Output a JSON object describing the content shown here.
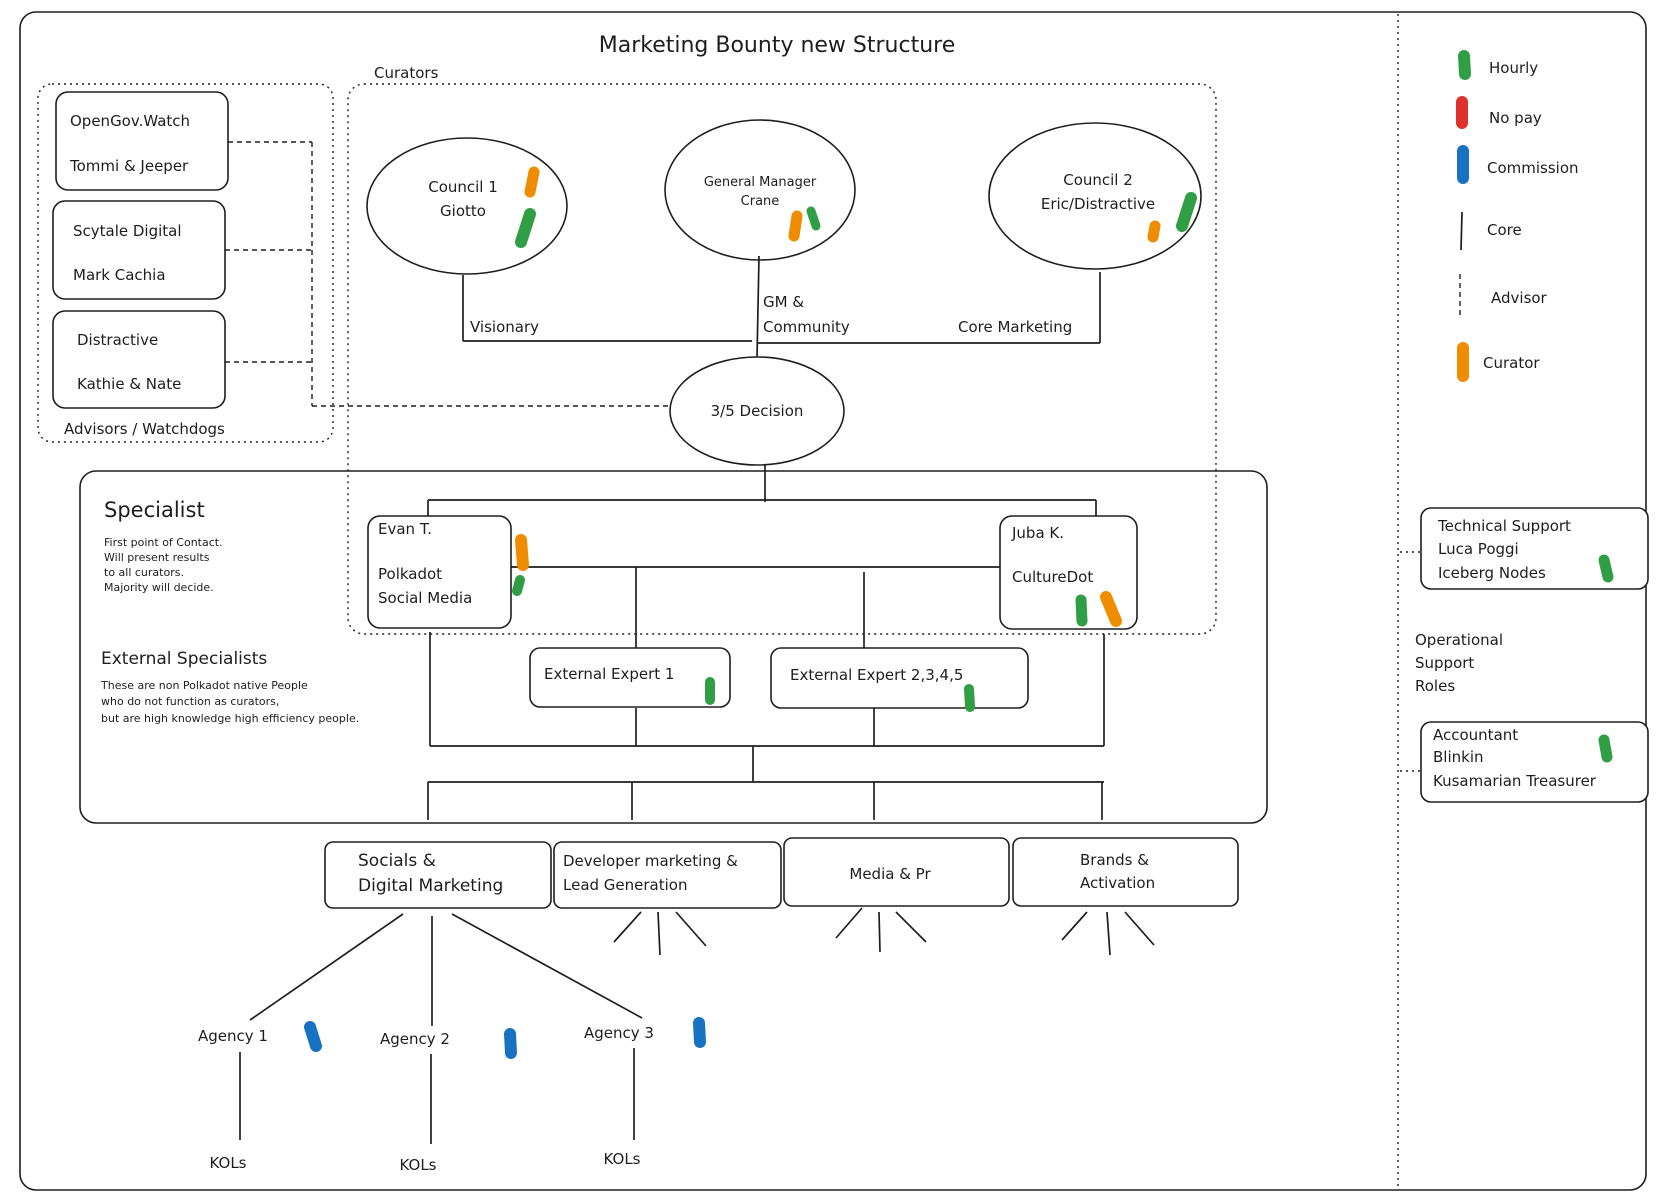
{
  "title": "Marketing Bounty new Structure",
  "colors": {
    "hourly": "#2f9e44",
    "no_pay": "#e03131",
    "commission": "#1971c2",
    "curator": "#f08c00",
    "ink": "#1e1e1e"
  },
  "curators_group": {
    "label": "Curators"
  },
  "advisors_group": {
    "label": "Advisors / Watchdogs"
  },
  "advisors": [
    {
      "line1": "OpenGov.Watch",
      "line2": "Tommi & Jeeper"
    },
    {
      "line1": "Scytale Digital",
      "line2": "Mark Cachia"
    },
    {
      "line1": "Distractive",
      "line2": "Kathie & Nate"
    }
  ],
  "curators": {
    "council1": {
      "line1": "Council 1",
      "line2": "Giotto",
      "role": "Visionary"
    },
    "gm": {
      "line1": "General Manager",
      "line2": "Crane",
      "role_line1": "GM &",
      "role_line2": "Community"
    },
    "council2": {
      "line1": "Council 2",
      "line2": "Eric/Distractive",
      "role": "Core Marketing"
    }
  },
  "decision": {
    "label": "3/5 Decision"
  },
  "specialist": {
    "title": "Specialist",
    "desc": [
      "First point of Contact.",
      "Will present results",
      "to all curators.",
      "Majority will decide."
    ],
    "evan": {
      "name": "Evan T.",
      "line1": "Polkadot",
      "line2": "Social Media"
    },
    "juba": {
      "name": "Juba K.",
      "line1": "CultureDot"
    }
  },
  "external": {
    "title": "External Specialists",
    "desc": [
      "These are non Polkadot native People",
      "who do not function as curators,",
      "but are  high knowledge high efficiency people."
    ],
    "expert1": "External Expert 1",
    "expert2": "External Expert 2,3,4,5"
  },
  "categories": [
    {
      "line1": "Socials &",
      "line2": "Digital Marketing"
    },
    {
      "line1": "Developer marketing &",
      "line2": "Lead Generation"
    },
    {
      "line1": "Media & Pr",
      "line2": ""
    },
    {
      "line1": "Brands &",
      "line2": "Activation"
    }
  ],
  "agencies": [
    {
      "label": "Agency 1",
      "kols": "KOLs"
    },
    {
      "label": "Agency 2",
      "kols": "KOLs"
    },
    {
      "label": "Agency 3",
      "kols": "KOLs"
    }
  ],
  "legend": [
    {
      "label": "Hourly",
      "kind": "hourly"
    },
    {
      "label": "No pay",
      "kind": "no_pay"
    },
    {
      "label": "Commission",
      "kind": "commission"
    },
    {
      "label": "Core",
      "kind": "core"
    },
    {
      "label": "Advisor",
      "kind": "advisor"
    },
    {
      "label": "Curator",
      "kind": "curator"
    }
  ],
  "support": {
    "technical": {
      "line1": "Technical Support",
      "line2": "Luca Poggi",
      "line3": "Iceberg Nodes"
    },
    "roles_label": [
      "Operational",
      "Support",
      "Roles"
    ],
    "accountant": {
      "line1": "Accountant",
      "line2": "Blinkin",
      "line3": "Kusamarian Treasurer"
    }
  }
}
